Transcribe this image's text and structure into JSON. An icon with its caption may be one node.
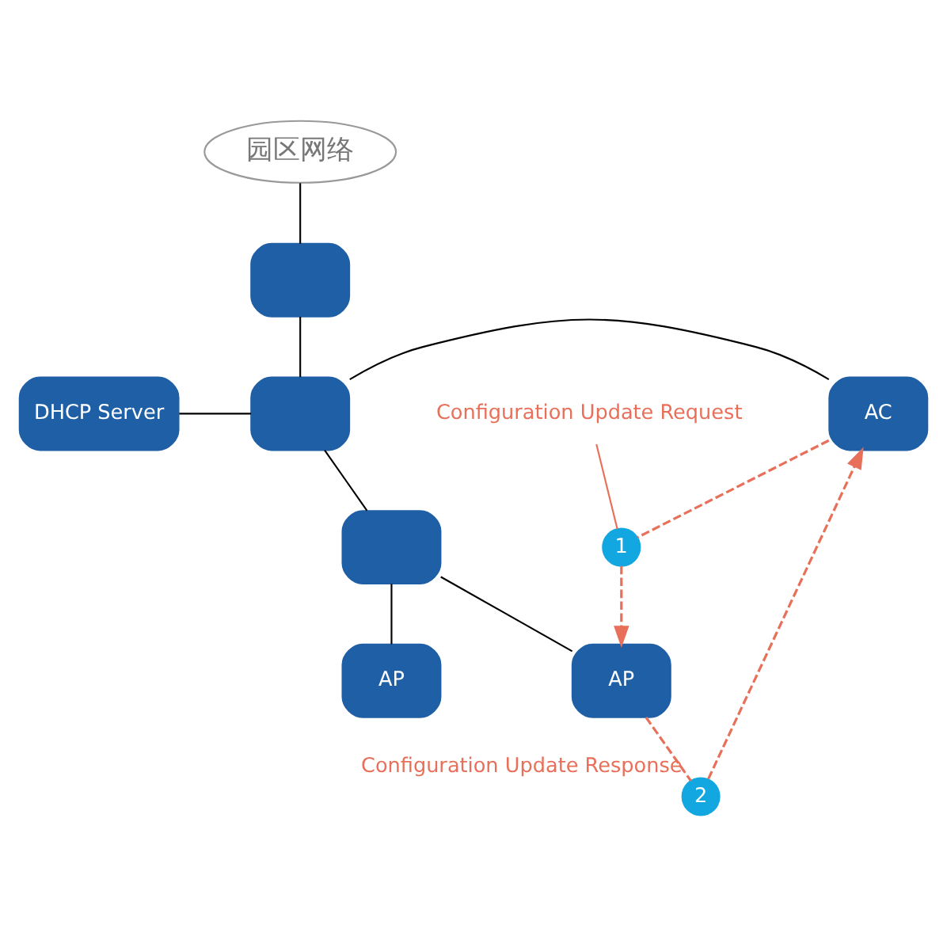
{
  "diagram": {
    "nodes": [
      {
        "text": [
          "园区网络"
        ]
      },
      {
        "text": [],
        "shape": "box"
      },
      {
        "text": [
          "DHCP Server"
        ]
      },
      {
        "text": [],
        "shape": "box"
      },
      {
        "text": [
          "AC"
        ]
      },
      {
        "text": [],
        "shape": "box"
      },
      {
        "text": [
          "AP"
        ]
      },
      {
        "text": [
          "AP"
        ]
      },
      {
        "text": [
          "Configuration Update Request"
        ]
      },
      {
        "text": [
          "1"
        ]
      },
      {
        "text": [
          "2"
        ],
        "beside": [
          "Configuration Update Response"
        ]
      }
    ],
    "edges": [
      {
        "from": 0,
        "to": 1,
        "arrow": "none"
      },
      {
        "from": 1,
        "to": 3,
        "arrow": "none"
      },
      {
        "from": 2,
        "to": 3,
        "arrow": "none"
      },
      {
        "from": 3,
        "to": 4,
        "arrow": "none"
      },
      {
        "from": 3,
        "to": 5,
        "arrow": "none"
      },
      {
        "from": 5,
        "to": 6,
        "arrow": "none"
      },
      {
        "from": 5,
        "to": 7,
        "arrow": "none"
      },
      {
        "from": 8,
        "to": 9,
        "arrow": "none",
        "color": "#e8705a"
      },
      {
        "from": 4,
        "to": 9,
        "arrow": "none",
        "style": "dashed",
        "color": "#e8705a"
      },
      {
        "from": 9,
        "to": 7,
        "arrow": "to",
        "style": "dashed",
        "color": "#e8705a"
      },
      {
        "from": 7,
        "to": 10,
        "arrow": "none",
        "style": "dashed",
        "color": "#e8705a"
      },
      {
        "from": 10,
        "to": 4,
        "arrow": "to",
        "style": "dashed",
        "color": "#e8705a"
      }
    ]
  }
}
